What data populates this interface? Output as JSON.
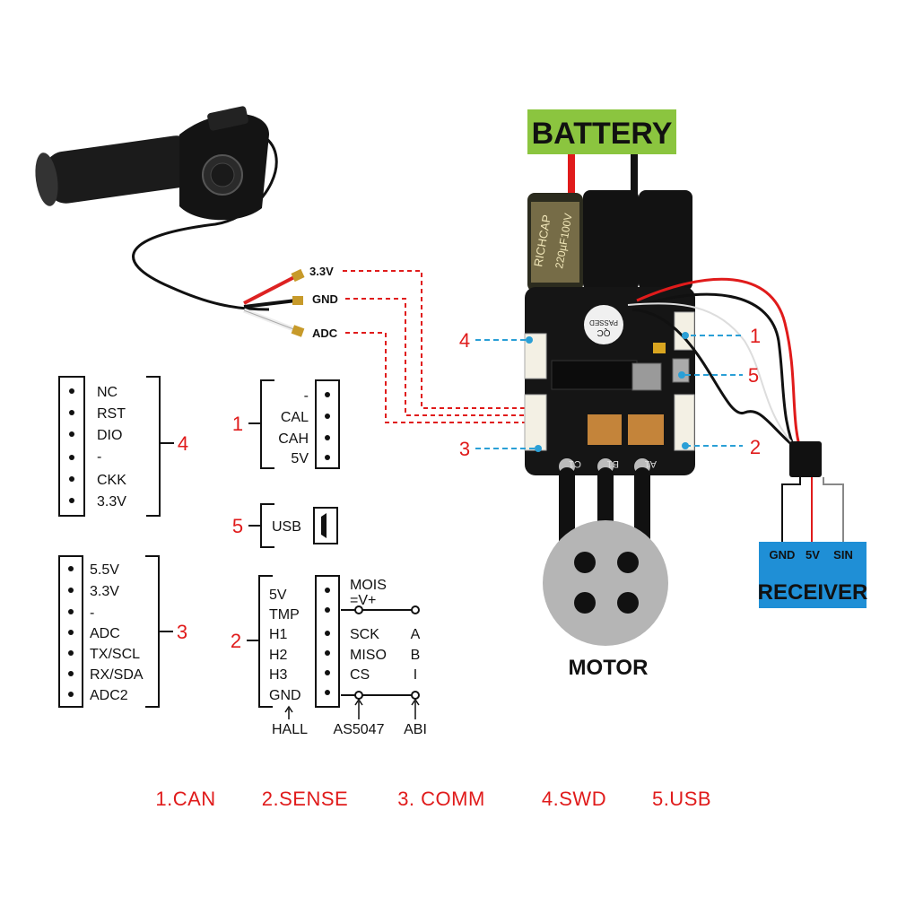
{
  "battery": {
    "label": "BATTERY",
    "bg": "#8bc53f"
  },
  "motor": {
    "label": "MOTOR"
  },
  "receiver": {
    "label": "RECEIVER",
    "pins": [
      "GND",
      "5V",
      "SIN"
    ],
    "bg": "#1f8fd6"
  },
  "throttle": {
    "wires": [
      "3.3V",
      "GND",
      "ADC"
    ]
  },
  "board": {
    "cap_text": [
      "RICHCAP",
      "220µF100V",
      "PASSED",
      "QC"
    ],
    "ports": [
      {
        "num": "1"
      },
      {
        "num": "2"
      },
      {
        "num": "3"
      },
      {
        "num": "4"
      },
      {
        "num": "5"
      }
    ],
    "phase_labels": [
      "C1",
      "B1",
      "A1"
    ]
  },
  "conn_swd": {
    "num": "4",
    "pins": [
      "NC",
      "RST",
      "DIO",
      "-",
      "CKK",
      "3.3V"
    ]
  },
  "conn_comm": {
    "num": "3",
    "pins": [
      "5.5V",
      "3.3V",
      "-",
      "ADC",
      "TX/SCL",
      "RX/SDA",
      "ADC2"
    ]
  },
  "conn_can": {
    "num": "1",
    "pins": [
      "-",
      "CAL",
      "CAH",
      "5V"
    ]
  },
  "conn_usb": {
    "num": "5",
    "label": "USB"
  },
  "conn_sense": {
    "num": "2",
    "pins": [
      "5V",
      "TMP",
      "H1",
      "H2",
      "H3",
      "GND"
    ],
    "spi_pins": [
      "MOIS\n=V+",
      "SCK",
      "MISO",
      "CS"
    ],
    "abi_pins": [
      "A",
      "B",
      "I"
    ],
    "bottom_labels": [
      "HALL",
      "AS5047",
      "ABI"
    ]
  },
  "legend": [
    "1.CAN",
    "2.SENSE",
    "3. COMM",
    "4.SWD",
    "5.USB"
  ],
  "colors": {
    "accent_red": "#e01b1b",
    "dash_blue": "#2a9fd6",
    "board": "#151515"
  }
}
